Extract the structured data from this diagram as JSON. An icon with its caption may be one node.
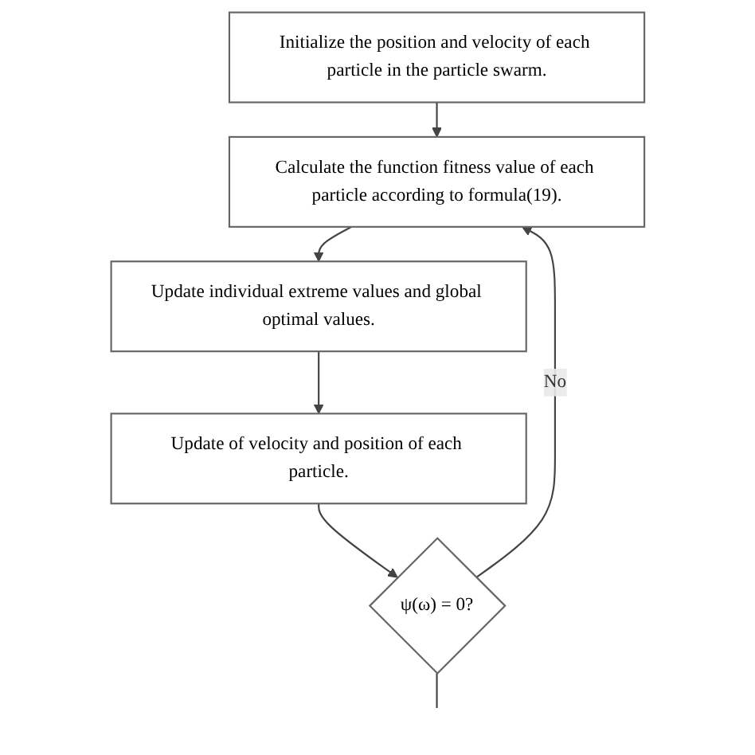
{
  "diagram": {
    "nodes": [
      {
        "text": [
          "Initialize the position and velocity of each particle in the particle swarm."
        ]
      },
      {
        "text": [
          "Calculate the function fitness value of each particle according to formula(19)."
        ]
      },
      {
        "text": [
          "Update individual extreme values and global optimal values."
        ]
      },
      {
        "text": [
          "Update of velocity and position of each particle."
        ]
      },
      {
        "text": [
          "ψ(ω) = 0?"
        ]
      }
    ],
    "edges": [
      {
        "from": 0,
        "to": 1,
        "arrow": "to"
      },
      {
        "from": 1,
        "to": 2,
        "arrow": "to"
      },
      {
        "from": 2,
        "to": 3,
        "arrow": "to"
      },
      {
        "from": 3,
        "to": 4,
        "arrow": "to"
      },
      {
        "from": 4,
        "to": 1,
        "arrow": "to",
        "label": "No"
      },
      {
        "from": 4,
        "to": null,
        "arrow": "none"
      }
    ]
  }
}
